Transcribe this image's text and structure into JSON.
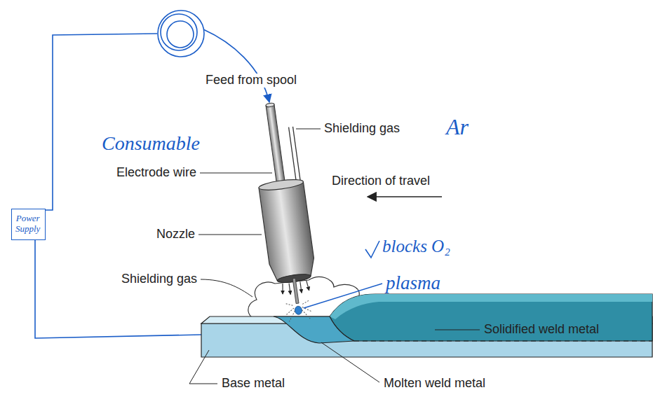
{
  "diagram": {
    "nodes": [
      {
        "text": [
          "Power Supply"
        ]
      }
    ],
    "labels": [
      "Feed from spool",
      "Shielding gas",
      "Ar",
      "Consumable",
      "Electrode wire",
      "Direction of travel",
      "Nozzle",
      "blocks O₂",
      "Shielding gas",
      "plasma",
      "Solidified weld metal",
      "Base metal",
      "Molten weld metal"
    ]
  }
}
